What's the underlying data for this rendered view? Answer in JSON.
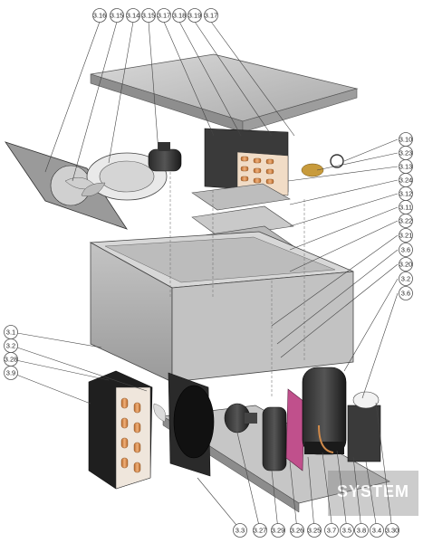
{
  "diagram": {
    "callouts_top": [
      "3.16",
      "3.15",
      "3.14",
      "3.15",
      "3.17",
      "3.18",
      "3.19",
      "3.17"
    ],
    "callouts_right": [
      "3.10",
      "3.23",
      "3.13",
      "3.24",
      "3.12",
      "3.11",
      "3.22",
      "3.21",
      "3.6",
      "3.20",
      "3.2",
      "3.6"
    ],
    "callouts_left": [
      "3.1",
      "3.2",
      "3.28",
      "3.9"
    ],
    "callouts_bottom": [
      "3.3",
      "3.27",
      "3.29",
      "3.26",
      "3.25",
      "3.7",
      "3.5",
      "3.8",
      "3.4",
      "3.30"
    ],
    "watermark": "SYSTEM"
  },
  "colors": {
    "metal": "#c8c8c8",
    "metal_dark": "#8f8f8f",
    "copper": "#d08a4a",
    "magenta": "#c0508c",
    "black": "#1a1a1a"
  }
}
